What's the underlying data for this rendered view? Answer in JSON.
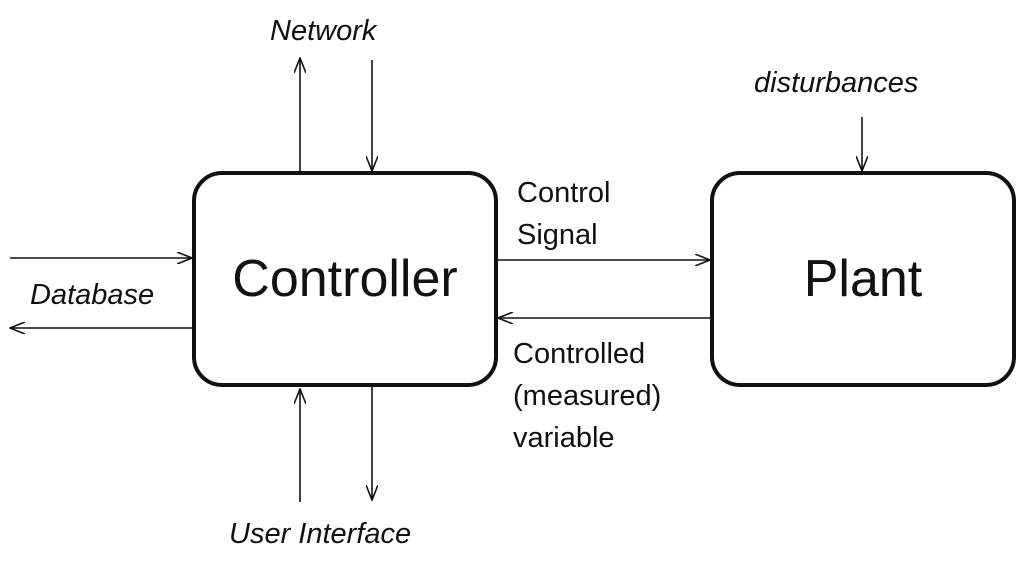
{
  "diagram": {
    "blocks": {
      "controller": "Controller",
      "plant": "Plant"
    },
    "labels": {
      "network": "Network",
      "disturbances": "disturbances",
      "database": "Database",
      "user_interface": "User Interface",
      "control_signal": [
        "Control",
        "Signal"
      ],
      "controlled_variable": [
        "Controlled",
        "(measured)",
        "variable"
      ]
    },
    "colors": {
      "stroke": "#111111",
      "background": "#ffffff"
    }
  }
}
